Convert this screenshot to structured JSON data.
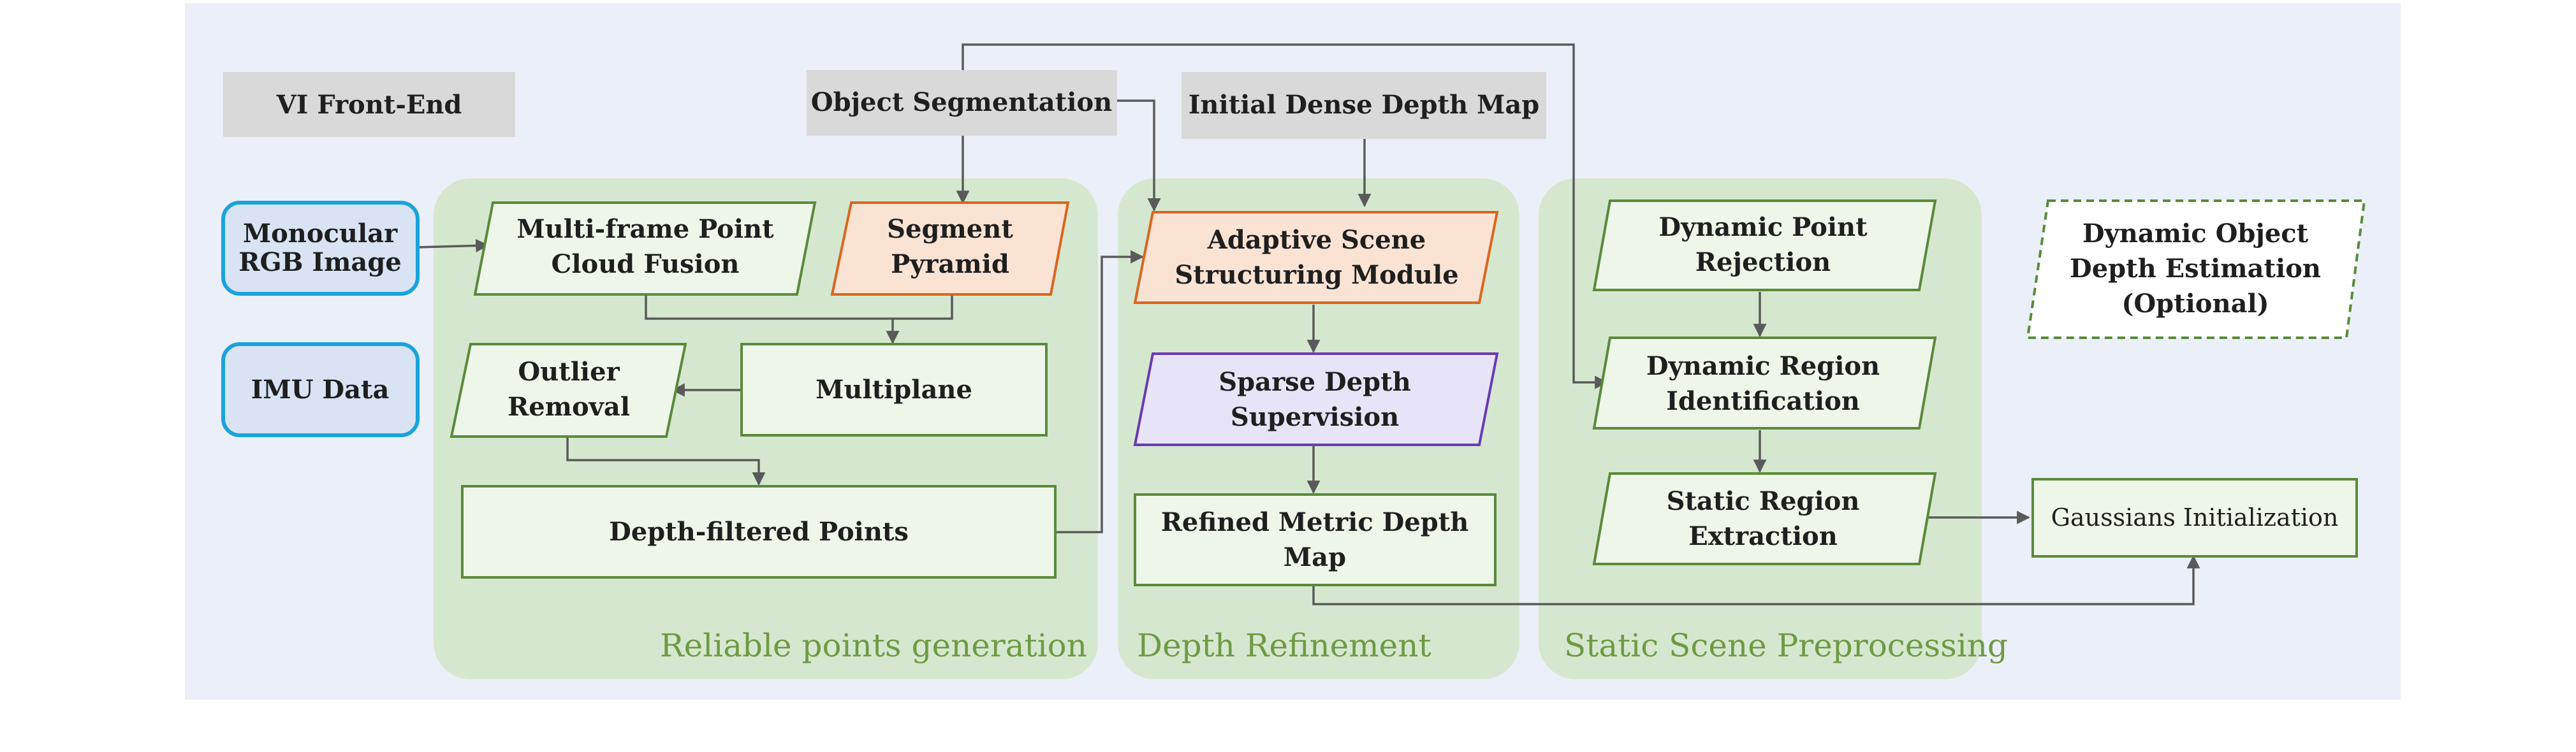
{
  "groups": {
    "reliable": "Reliable points generation",
    "refinement": "Depth Refinement",
    "static": "Static Scene Preprocessing"
  },
  "headers": {
    "vi_front_end": "VI Front-End",
    "object_segmentation": "Object Segmentation",
    "initial_dense_depth": "Initial Dense Depth Map"
  },
  "inputs": {
    "monocular_line1": "Monocular",
    "monocular_line2": "RGB Image",
    "imu": "IMU Data"
  },
  "reliable": {
    "multiframe_line1": "Multi-frame Point",
    "multiframe_line2": "Cloud Fusion",
    "segment_line1": "Segment",
    "segment_line2": "Pyramid",
    "outlier_line1": "Outlier",
    "outlier_line2": "Removal",
    "multiplane": "Multiplane",
    "depth_filtered": "Depth-filtered Points"
  },
  "refinement": {
    "adaptive_line1": "Adaptive Scene",
    "adaptive_line2": "Structuring Module",
    "sparse_line1": "Sparse Depth",
    "sparse_line2": "Supervision",
    "refined_line1": "Refined Metric Depth",
    "refined_line2": "Map"
  },
  "static": {
    "rejection_line1": "Dynamic Point",
    "rejection_line2": "Rejection",
    "identification_line1": "Dynamic Region",
    "identification_line2": "Identification",
    "extraction_line1": "Static Region",
    "extraction_line2": "Extraction"
  },
  "outputs": {
    "dynamic_line1": "Dynamic Object",
    "dynamic_line2": "Depth Estimation",
    "dynamic_line3": "(Optional)",
    "gaussians": "Gaussians Initialization"
  },
  "colors": {
    "panel_bg": "#ebeff8",
    "group_bg": "#d5e8cf",
    "node_fill": "#eef6ea",
    "node_stroke": "#5a8a3a",
    "header_fill": "#d9d9d9",
    "input_fill": "#d9e3f4",
    "input_stroke": "#1aa3dc",
    "orange_fill": "#fbe3d4",
    "orange_stroke": "#d9661f",
    "purple_fill": "#e7e4f7",
    "purple_stroke": "#6a3ab4",
    "group_title": "#6f9a45",
    "connector": "#5a5a5a"
  }
}
